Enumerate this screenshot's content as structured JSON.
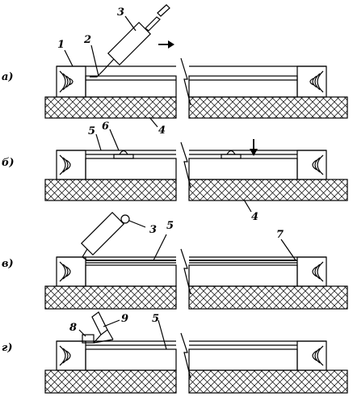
{
  "panels": [
    {
      "id": "a",
      "letter": "а)",
      "labels": [
        {
          "key": "n1",
          "text": "1"
        },
        {
          "key": "n2",
          "text": "2"
        },
        {
          "key": "n3",
          "text": "3"
        },
        {
          "key": "n4",
          "text": "4"
        }
      ]
    },
    {
      "id": "b",
      "letter": "б)",
      "labels": [
        {
          "key": "n5",
          "text": "5"
        },
        {
          "key": "n6",
          "text": "6"
        },
        {
          "key": "n4",
          "text": "4"
        }
      ]
    },
    {
      "id": "v",
      "letter": "в)",
      "labels": [
        {
          "key": "n3",
          "text": "3"
        },
        {
          "key": "n5",
          "text": "5"
        },
        {
          "key": "n7",
          "text": "7"
        }
      ]
    },
    {
      "id": "g",
      "letter": "г)",
      "labels": [
        {
          "key": "n8",
          "text": "8"
        },
        {
          "key": "n9",
          "text": "9"
        },
        {
          "key": "n5",
          "text": "5"
        }
      ]
    }
  ]
}
